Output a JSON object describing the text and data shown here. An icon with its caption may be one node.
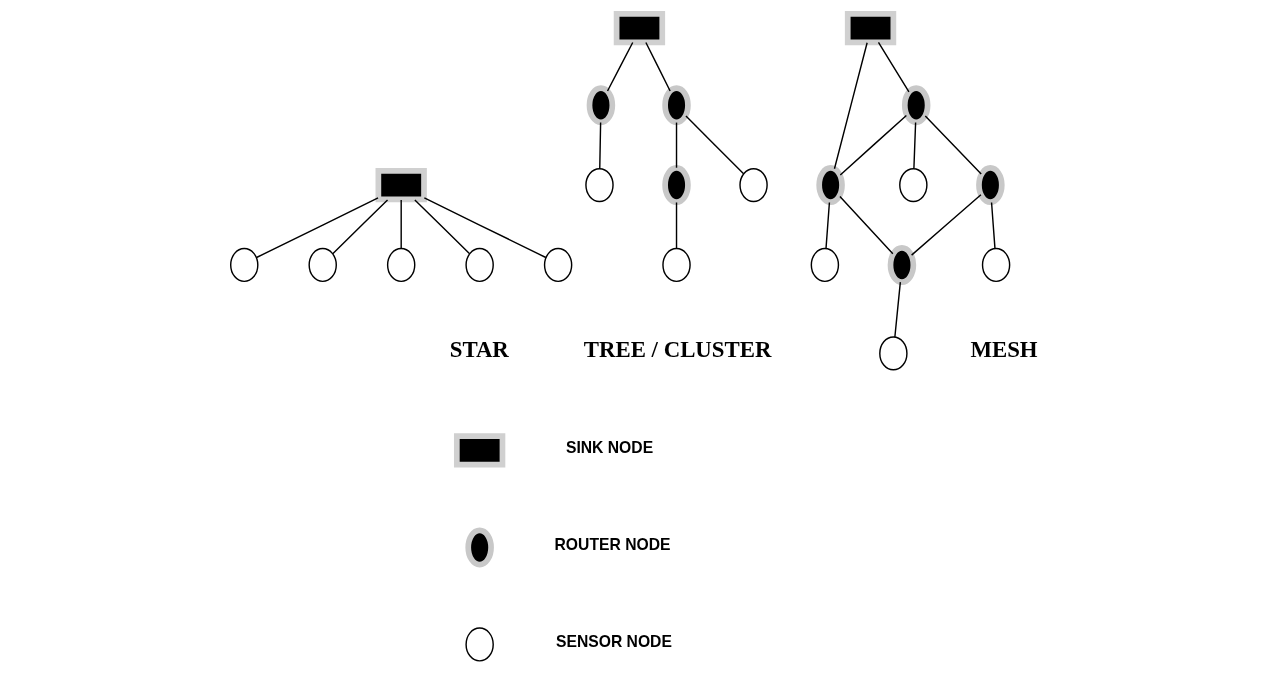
{
  "diagram": {
    "nodes": [
      {
        "text": [],
        "shape": "box"
      },
      {
        "text": [],
        "shape": "circle"
      },
      {
        "text": [],
        "shape": "circle"
      },
      {
        "text": [],
        "shape": "circle"
      },
      {
        "text": [],
        "shape": "circle"
      },
      {
        "text": [],
        "shape": "circle"
      },
      {
        "text": [],
        "shape": "box"
      },
      {
        "text": [],
        "shape": "ellipse"
      },
      {
        "text": [],
        "shape": "ellipse"
      },
      {
        "text": [],
        "shape": "circle"
      },
      {
        "text": [],
        "shape": "ellipse"
      },
      {
        "text": [],
        "shape": "circle"
      },
      {
        "text": [],
        "shape": "circle"
      },
      {
        "text": [],
        "shape": "box"
      },
      {
        "text": [],
        "shape": "ellipse"
      },
      {
        "text": [],
        "shape": "ellipse"
      },
      {
        "text": [],
        "shape": "circle"
      },
      {
        "text": [],
        "shape": "circle"
      },
      {
        "text": [],
        "shape": "ellipse"
      },
      {
        "text": [],
        "shape": "ellipse"
      },
      {
        "text": [],
        "shape": "circle"
      },
      {
        "text": [],
        "shape": "circle"
      },
      {
        "text": [],
        "shape": "box"
      },
      {
        "text": [],
        "shape": "ellipse"
      },
      {
        "text": [],
        "shape": "circle"
      }
    ],
    "edges": [
      {
        "from": 0,
        "to": 1,
        "arrow": "none"
      },
      {
        "from": 0,
        "to": 2,
        "arrow": "none"
      },
      {
        "from": 0,
        "to": 3,
        "arrow": "none"
      },
      {
        "from": 0,
        "to": 4,
        "arrow": "none"
      },
      {
        "from": 0,
        "to": 5,
        "arrow": "none"
      },
      {
        "from": 6,
        "to": 7,
        "arrow": "none"
      },
      {
        "from": 6,
        "to": 8,
        "arrow": "none"
      },
      {
        "from": 7,
        "to": 9,
        "arrow": "none"
      },
      {
        "from": 8,
        "to": 10,
        "arrow": "none"
      },
      {
        "from": 8,
        "to": 11,
        "arrow": "none"
      },
      {
        "from": 10,
        "to": 12,
        "arrow": "none"
      },
      {
        "from": 13,
        "to": 14,
        "arrow": "none"
      },
      {
        "from": 13,
        "to": 15,
        "arrow": "none"
      },
      {
        "from": 14,
        "to": 15,
        "arrow": "none"
      },
      {
        "from": 15,
        "to": 16,
        "arrow": "none"
      },
      {
        "from": 14,
        "to": 17,
        "arrow": "none"
      },
      {
        "from": 14,
        "to": 18,
        "arrow": "none"
      },
      {
        "from": 15,
        "to": 19,
        "arrow": "none"
      },
      {
        "from": 18,
        "to": 19,
        "arrow": "none"
      },
      {
        "from": 18,
        "to": 20,
        "arrow": "none"
      },
      {
        "from": 19,
        "to": 21,
        "arrow": "none"
      }
    ],
    "labels": [
      "STAR",
      "TREE / CLUSTER",
      "MESH"
    ],
    "legend": [
      {
        "text": "SINK NODE"
      },
      {
        "text": "ROUTER NODE"
      },
      {
        "text": "SENSOR NODE"
      }
    ]
  }
}
